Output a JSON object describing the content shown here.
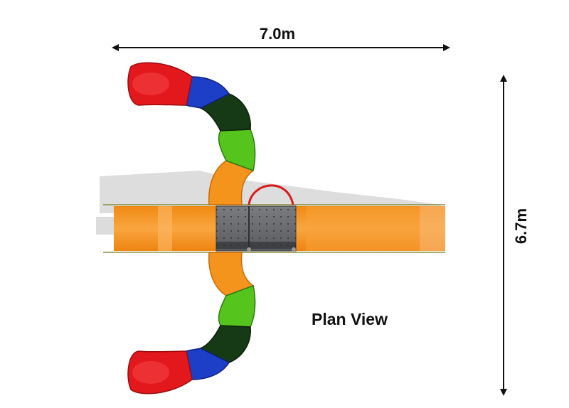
{
  "dimensions": {
    "width_label": "7.0m",
    "depth_label": "6.7m"
  },
  "view_label": "Plan View",
  "colors": {
    "background": "#ffffff",
    "slide_bed": "#f5941d",
    "tube_red": "#e3181c",
    "tube_blue": "#1d3fc7",
    "tube_dark_green": "#173a16",
    "tube_green": "#55c51e",
    "tube_orange": "#f5941d",
    "deck_grey": "#6d6f72",
    "handle_red": "#d81b1b",
    "shadow": "#d9d9d9"
  }
}
